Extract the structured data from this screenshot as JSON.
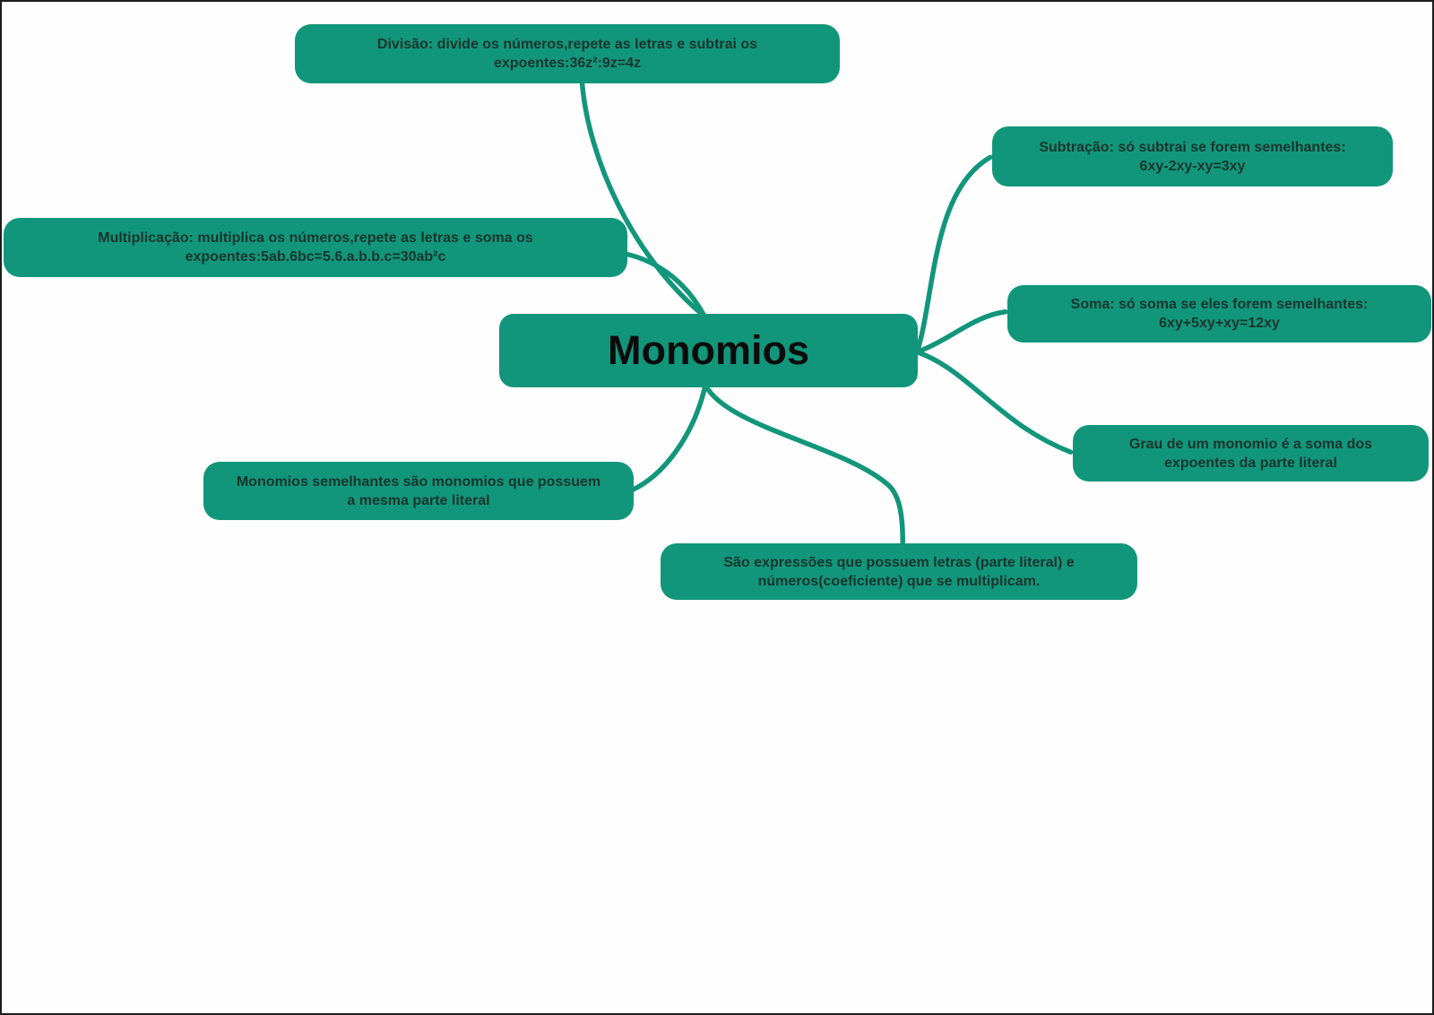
{
  "colors": {
    "node_fill": "#12967b",
    "connector": "#12967b",
    "node_text": "#17352d",
    "central_text": "#0b0b0b",
    "background": "#fefefe",
    "frame_border": "#1c1c1c"
  },
  "central": {
    "label": "Monomios"
  },
  "nodes": [
    {
      "id": "divisao",
      "lines": [
        "Divisão: divide os números,repete as letras e subtrai os",
        "expoentes:36z²:9z=4z"
      ]
    },
    {
      "id": "multiplicacao",
      "lines": [
        "Multiplicação: multiplica os números,repete as letras e soma os",
        "expoentes:5ab.6bc=5.6.a.b.b.c=30ab²c"
      ]
    },
    {
      "id": "subtracao",
      "lines": [
        "Subtração: só subtrai se forem semelhantes:",
        "6xy-2xy-xy=3xy"
      ]
    },
    {
      "id": "soma",
      "lines": [
        "Soma: só soma se eles forem semelhantes:",
        "6xy+5xy+xy=12xy"
      ]
    },
    {
      "id": "grau",
      "lines": [
        "Grau de um monomio é a soma dos",
        "expoentes da parte literal"
      ]
    },
    {
      "id": "semelhantes",
      "lines": [
        "Monomios semelhantes são monomios que possuem",
        "a mesma parte literal"
      ]
    },
    {
      "id": "sao-expressoes",
      "lines": [
        "São expressões que possuem letras (parte literal) e",
        "números(coeficiente) que se multiplicam."
      ]
    }
  ]
}
